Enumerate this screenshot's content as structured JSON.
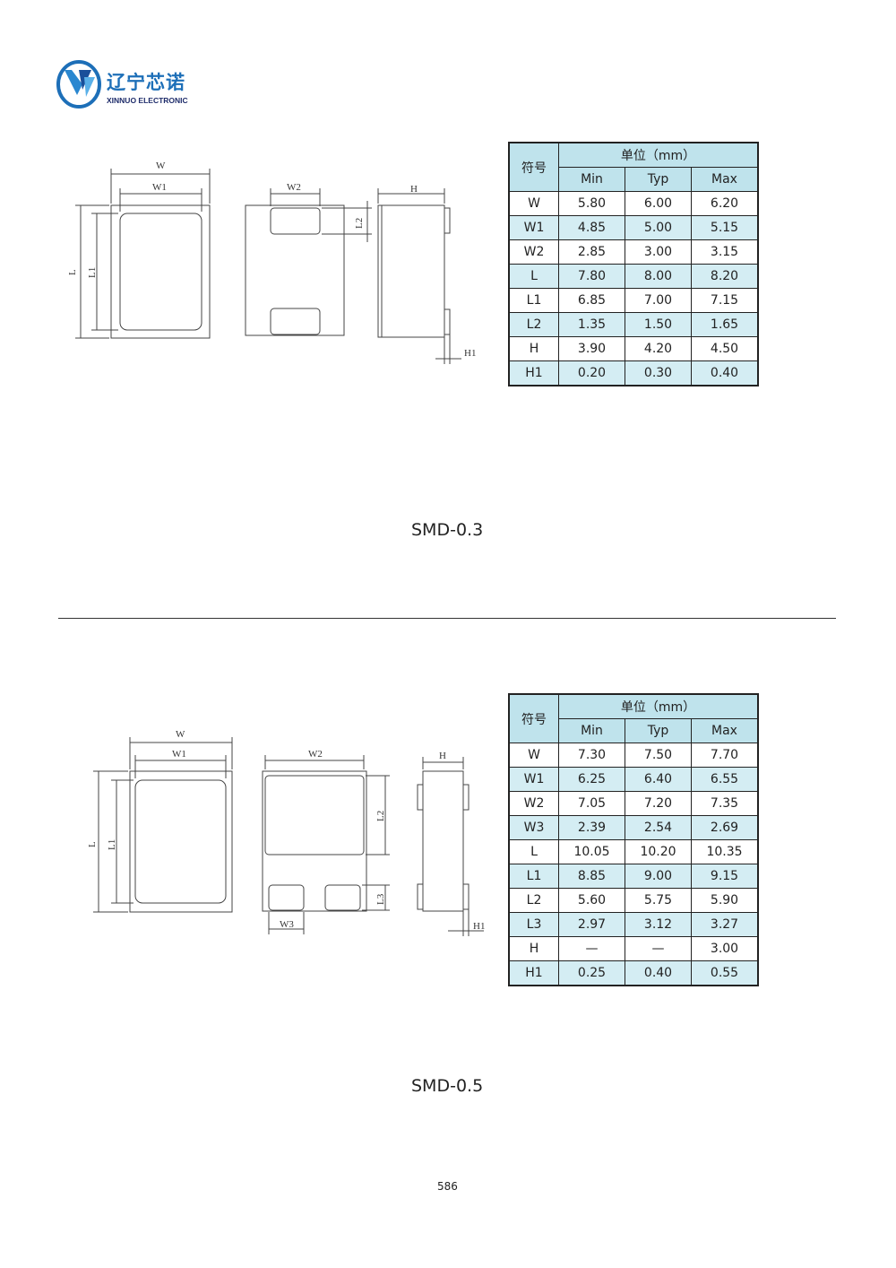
{
  "brand": {
    "name_cn": "辽宁芯诺",
    "name_en": "XINNUO ELECTRONIC"
  },
  "section1": {
    "caption": "SMD-0.3",
    "drawing_labels": {
      "w": "W",
      "w1": "W1",
      "w2": "W2",
      "l": "L",
      "l1": "L1",
      "l2": "L2",
      "h": "H",
      "h1": "H1"
    },
    "table": {
      "symbol_header": "符号",
      "unit_header": "单位（mm）",
      "columns": [
        "Min",
        "Typ",
        "Max"
      ],
      "rows": [
        {
          "sym": "W",
          "min": "5.80",
          "typ": "6.00",
          "max": "6.20"
        },
        {
          "sym": "W1",
          "min": "4.85",
          "typ": "5.00",
          "max": "5.15"
        },
        {
          "sym": "W2",
          "min": "2.85",
          "typ": "3.00",
          "max": "3.15"
        },
        {
          "sym": "L",
          "min": "7.80",
          "typ": "8.00",
          "max": "8.20"
        },
        {
          "sym": "L1",
          "min": "6.85",
          "typ": "7.00",
          "max": "7.15"
        },
        {
          "sym": "L2",
          "min": "1.35",
          "typ": "1.50",
          "max": "1.65"
        },
        {
          "sym": "H",
          "min": "3.90",
          "typ": "4.20",
          "max": "4.50"
        },
        {
          "sym": "H1",
          "min": "0.20",
          "typ": "0.30",
          "max": "0.40"
        }
      ]
    }
  },
  "section2": {
    "caption": "SMD-0.5",
    "drawing_labels": {
      "w": "W",
      "w1": "W1",
      "w2": "W2",
      "w3": "W3",
      "l": "L",
      "l1": "L1",
      "l2": "L2",
      "l3": "L3",
      "h": "H",
      "h1": "H1"
    },
    "table": {
      "symbol_header": "符号",
      "unit_header": "单位（mm）",
      "columns": [
        "Min",
        "Typ",
        "Max"
      ],
      "rows": [
        {
          "sym": "W",
          "min": "7.30",
          "typ": "7.50",
          "max": "7.70"
        },
        {
          "sym": "W1",
          "min": "6.25",
          "typ": "6.40",
          "max": "6.55"
        },
        {
          "sym": "W2",
          "min": "7.05",
          "typ": "7.20",
          "max": "7.35"
        },
        {
          "sym": "W3",
          "min": "2.39",
          "typ": "2.54",
          "max": "2.69"
        },
        {
          "sym": "L",
          "min": "10.05",
          "typ": "10.20",
          "max": "10.35"
        },
        {
          "sym": "L1",
          "min": "8.85",
          "typ": "9.00",
          "max": "9.15"
        },
        {
          "sym": "L2",
          "min": "5.60",
          "typ": "5.75",
          "max": "5.90"
        },
        {
          "sym": "L3",
          "min": "2.97",
          "typ": "3.12",
          "max": "3.27"
        },
        {
          "sym": "H",
          "min": "—",
          "typ": "—",
          "max": "3.00"
        },
        {
          "sym": "H1",
          "min": "0.25",
          "typ": "0.40",
          "max": "0.55"
        }
      ]
    }
  },
  "page_number": "586",
  "colors": {
    "header_bg": "#bfe3ec",
    "stripe_bg": "#d4edf3",
    "brand_blue": "#1d6fb8"
  }
}
